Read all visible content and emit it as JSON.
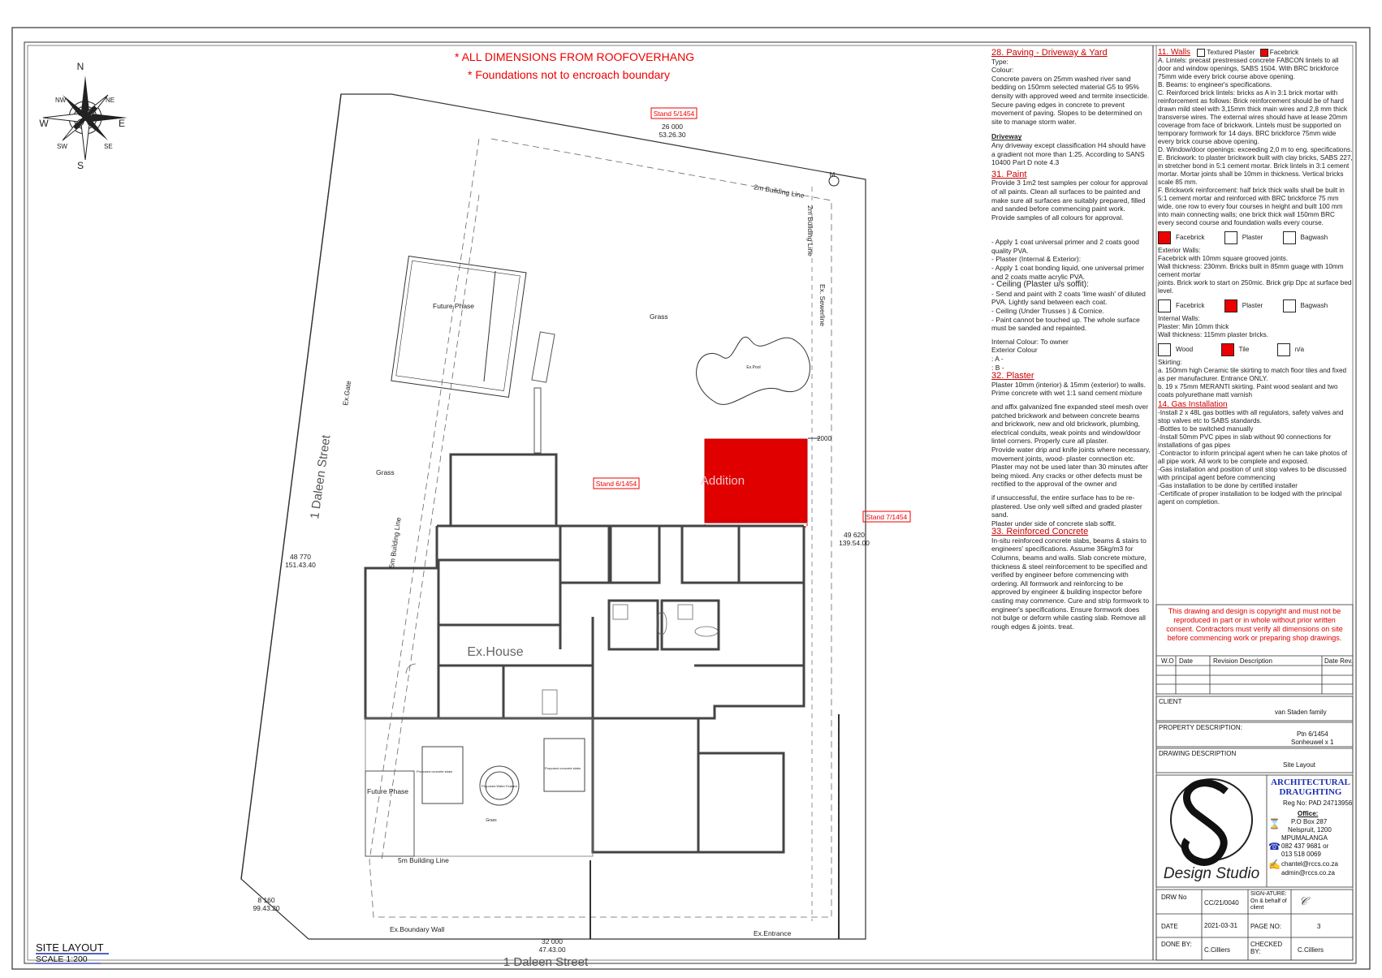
{
  "header_notes": {
    "line1": "* ALL DIMENSIONS FROM ROOFOVERHANG",
    "line2": "* Foundations not to encroach boundary"
  },
  "compass": {
    "n": "N",
    "s": "S",
    "e": "E",
    "w": "W",
    "ne": "NE",
    "nw": "NW",
    "se": "SE",
    "sw": "SW"
  },
  "plan": {
    "stand_5": "Stand 5/1454",
    "stand_6": "Stand 6/1454",
    "stand_7": "Stand 7/1454",
    "top_dim": "26 000",
    "top_bearing": "53.26.30",
    "left_dim": "48 770",
    "left_bearing": "151.43.40",
    "right_dim": "49 620",
    "right_bearing": "139.54.00",
    "bottom_left_dim": "8 160",
    "bottom_left_bearing": "99.43.20",
    "bottom_dim": "32 000",
    "bottom_bearing": "47.43.00",
    "street": "1 Daleen Street",
    "street_bottom": "1 Daleen Street",
    "building_line_2m_a": "2m Building Line",
    "building_line_2m_b": "2m Building Line",
    "building_line_5m_a": "5m Building Line",
    "building_line_5m_b": "5m Building Line",
    "ex_sewerline": "Ex. Sewerline",
    "ex_gate": "Ex.Gate",
    "manhole": "M",
    "future_phase_1": "Future Phase",
    "future_phase_2": "Future Phase",
    "grass_1": "Grass",
    "grass_2": "Grass",
    "grass_3": "Grass",
    "ex_pool": "Ex.Pool",
    "addition": "Addition",
    "dim_2000": "2000",
    "ex_house": "Ex.House",
    "concrete_slab_1": "Proposed concrete slabs",
    "concrete_slab_2": "Proposed concrete slabs",
    "water_feature": "Proposed Water Feature",
    "ex_boundary_wall": "Ex.Boundary Wall",
    "ex_entrance": "Ex.Entrance",
    "site_layout": "SITE LAYOUT",
    "scale": "SCALE 1:200"
  },
  "paving": {
    "title": "28. Paving - Driveway & Yard",
    "type": "Type:",
    "colour": "Colour:",
    "body": "Concrete pavers on 25mm washed river sand bedding on 150mm selected material G5 to 95% density with approved weed and termite insecticide. Secure paving edges in concrete to prevent movement of paving. Slopes to be determined on site to manage storm water.",
    "driveway_title": "Driveway",
    "driveway_body": "Any driveway except classification H4 should have a gradient not more than 1:25. According to SANS 10400 Part D note 4.3"
  },
  "paint": {
    "title": "31. Paint",
    "body": "Provide 3 1m2 test samples per colour for approval of all paints. Clean all surfaces to be painted and make sure all surfaces are suitably prepared, filled and sanded before commencing paint work. Provide samples of all colours for approval.",
    "b1": "- Apply 1 coat universal primer and 2 coats good quality PVA.",
    "b2": "- Plaster (Internal & Exterior):",
    "b3": "- Apply 1 coat bonding liquid, one universal primer and 2 coats matte acrylic PVA.",
    "b4": "- Ceiling (Plaster u/s soffit):",
    "b5": "- Send and paint with 2 coats 'lime wash' of diluted PVA. Lightly sand between each coat.",
    "b6": "- Ceiling (Under Trusses ) & Cornice.",
    "b7": "- Paint cannot be touched up. The whole surface must be sanded and repainted.",
    "internal": "Internal Colour:  To owner",
    "exterior": "Exterior Colour",
    "a": ": A -",
    "b": ": B -"
  },
  "plaster": {
    "title": "32. Plaster",
    "p1": "Plaster 10mm (interior) & 15mm (exterior) to walls. Prime concrete with wet 1:1 sand cement mixture",
    "p2": "and affix galvanized fine expanded steel mesh over patched brickwork and between concrete beams and brickwork, new and old brickwork, plumbing, electrical conduits, weak points and window/door lintel corners. Properly cure all plaster.",
    "p3": "Provide water drip and knife joints where necessary, movement joints, wood- plaster connection etc. Plaster may not be used later than 30 minutes after being mixed. Any cracks or other defects must be rectified to the approval of the owner and",
    "p4": "if unsuccessful, the entire surface has to be re-plastered. Use only well sifted and graded plaster sand.",
    "p5": "Plaster under side of concrete slab soffit."
  },
  "concrete": {
    "title": "33. Reinforced Concrete",
    "body": "In-situ reinforced concrete slabs, beams & stairs to engineers' specifications. Assume 35kg/m3 for Columns, beams and walls. Slab concrete mixture, thickness & steel reinforcement to be specified and verified by engineer before commencing with ordering. All formwork and reinforcing to be approved by engineer & building inspector before casting may commence. Cure and strip formwork to engineer's specifications. Ensure formwork does not bulge or deform while casting slab. Remove all rough edges & joints. treat."
  },
  "walls": {
    "title": "11. Walls",
    "legend_plaster": "Textured Plaster",
    "legend_facebrick": "Facebrick",
    "a": "A. Lintels: precast prestressed concrete FABCON lintels to all door and window openings, SABS 1504. With BRC brickforce 75mm wide every brick course above opening.",
    "b": "B. Beams: to engineer's specifications.",
    "c": "C. Reinforced brick lintels: bricks as A in 3:1 brick mortar with reinforcement as follows: Brick reinforcement should be of hard drawn mild steel with 3,15mm thick main wires and 2,8 mm thick transverse wires. The external wires should have at lease 20mm coverage from face of brickwork. Lintels must be supported on temporary formwork for 14 days. BRC brickforce 75mm wide every brick course above opening.",
    "d": "D. Window/door openings:  exceeding 2,0 m to eng. specifications.",
    "e": "E. Brickwork: to plaster brickwork built with clay bricks, SABS 227, in stretcher bond in 5:1 cement mortar.  Brick lintels in 3:1 cement mortar. Mortar joints shall be 10mm in thickness.  Vertical bricks scale 85 mm.",
    "f": "F. Brickwork reinforcement: half brick thick walls shall be built in 5:1 cement mortar and reinforced with BRC brickforce 75 mm wide, one row to every four courses in height and built 100 mm into main connecting walls; one brick thick wall 150mm BRC every second course and foundation walls every course.",
    "opt1": [
      "Facebrick",
      "Plaster",
      "Bagwash"
    ],
    "exterior_title": "Exterior Walls:",
    "ext1": "Facebrick with 10mm square grooved joints.",
    "ext2": "Wall thickness: 230mm. Bricks built in 85mm guage with 10mm cement mortar",
    "ext3": "joints. Brick work to start on 250mic. Brick grip Dpc at surface bed level.",
    "opt2": [
      "Facebrick",
      "Plaster",
      "Bagwash"
    ],
    "internal_title": "Internal Walls:",
    "int1": "Plaster: Min 10mm thick",
    "int2": "Wall thickness: 115mm plaster bricks.",
    "opt3": [
      "Wood",
      "Tile",
      "n/a"
    ],
    "skirting": "Skirting:",
    "sk_a": "a. 150mm high Ceramic tile skirting to match floor tiles and fixed as per manufacturer. Entrance ONLY.",
    "sk_b": "b. 19 x 75mm MERANTI skirting. Paint wood sealant and two coats polyurethane matt varnish"
  },
  "gas": {
    "title": "14. Gas Installation",
    "g1": "-Install 2 x 48L gas bottles with all regulators, safety valves and stop valves etc to SABS standards.",
    "g2": "-Bottles to be switched manually",
    "g3": "-Install 50mm PVC pipes in slab without 90 connections for installations of gas pipes",
    "g4": "-Contractor to inform principal agent when he can take photos of all pipe work.  All work to be complete and exposed.",
    "g5": "-Gas installation and position of unit stop valves to be discussed with principal agent before commencing",
    "g6": "-Gas installation to be done by certified installer",
    "g7": "-Certificate of proper installation to be lodged with the principal agent on completion."
  },
  "copyright": "This drawing and design is copyright and must not be reproduced in part or in whole without prior written consent.  Contractors must verify all dimensions on site before commencing work or preparing shop drawings.",
  "revisions": {
    "wo": "W.O",
    "date": "Date",
    "desc": "Revision Description",
    "date_rev": "Date Rev."
  },
  "client": {
    "label": "CLIENT",
    "value": "van Staden family"
  },
  "property": {
    "label": "PROPERTY DESCRIPTION:",
    "line1": "Ptn 6/1454",
    "line2": "Sonheuwel x 1"
  },
  "drawing": {
    "label": "DRAWING DESCRIPTION",
    "value": "Site Layout"
  },
  "studio": {
    "logo_text": "Design Studio",
    "title1": "ARCHITECTURAL",
    "title2": "DRAUGHTING",
    "reg": "Reg No: PAD 24713956",
    "office": "Office:",
    "addr1": "P.O Box 287",
    "addr2": "Nelspruit, 1200",
    "addr3": "MPUMALANGA",
    "tel1": "082 437 9681 or",
    "tel2": "013 518 0069",
    "email1": "chantel@rccs.co.za",
    "email2": "admin@rccs.co.za"
  },
  "titleblock": {
    "drw_label": "DRW No",
    "drw_value": "CC/21/0040",
    "sign_label": "SIGN-ATURE: On & behalf of client",
    "date_label": "DATE",
    "date_value": "2021-03-31",
    "page_label": "PAGE NO:",
    "page_value": "3",
    "done_label": "DONE BY:",
    "done_value": "C.Cilliers",
    "checked_label": "CHECKED BY:",
    "checked_value": "C.Cilliers"
  },
  "colors": {
    "red": "#e00000",
    "accent_blue": "#1a2fb0",
    "line": "#333333"
  }
}
